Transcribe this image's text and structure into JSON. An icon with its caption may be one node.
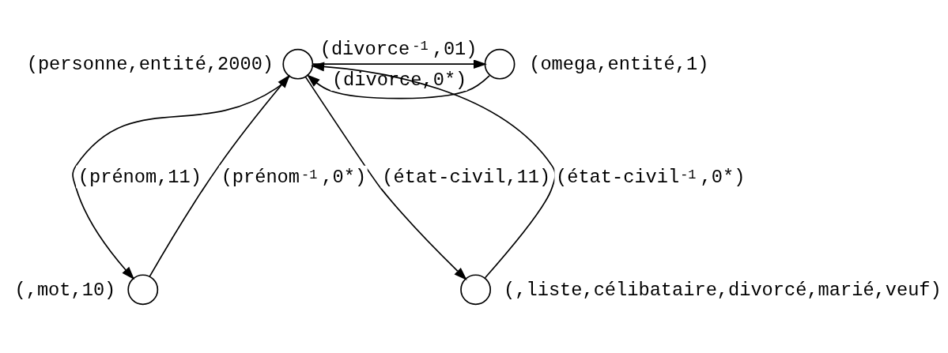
{
  "diagram": {
    "nodes": [
      {
        "text": [],
        "shape": "circle",
        "beside": [
          "(personne,entité,2000)"
        ]
      },
      {
        "text": [],
        "shape": "circle",
        "beside": [
          "(omega,entité,1)"
        ]
      },
      {
        "text": [],
        "shape": "circle",
        "beside": [
          "(,mot,10)"
        ]
      },
      {
        "text": [],
        "shape": "circle",
        "beside": [
          "(,liste,célibataire,divorcé,marié,veuf)"
        ]
      }
    ],
    "edges": [
      {
        "from": 1,
        "to": 0,
        "arrow": "to",
        "label": "(divorce,0*)"
      },
      {
        "from": 0,
        "to": 1,
        "arrow": "to",
        "label": "(divorce$^{-1}$,01)"
      },
      {
        "from": 0,
        "to": 2,
        "arrow": "to",
        "label": "(prénom,11)"
      },
      {
        "from": 2,
        "to": 0,
        "arrow": "to",
        "label": "(prénom$^{-1}$,0*)"
      },
      {
        "from": 3,
        "to": 0,
        "arrow": "to",
        "label": "(état-civil$^{-1}$,0*)"
      },
      {
        "from": 0,
        "to": 3,
        "arrow": "to",
        "label": "(état-civil,11)"
      }
    ]
  }
}
